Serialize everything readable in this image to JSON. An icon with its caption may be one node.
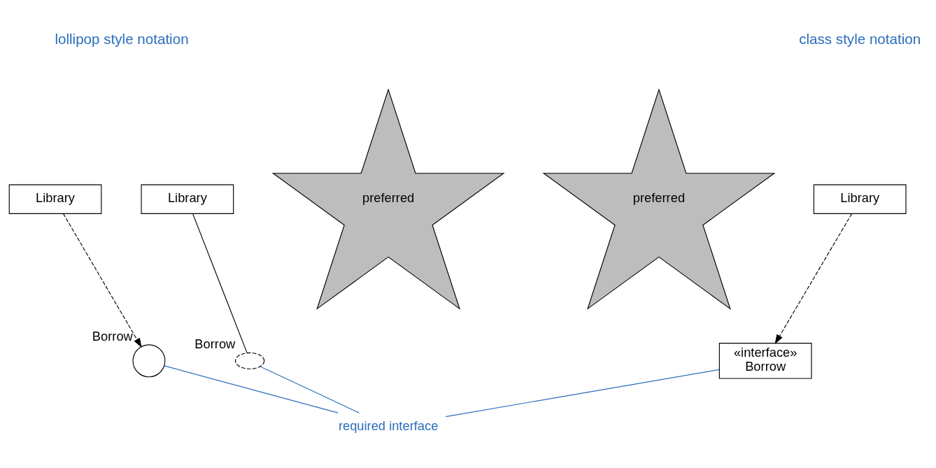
{
  "diagram": {
    "nodes": [
      {
        "text": [
          "Library"
        ]
      },
      {
        "text": [
          "«interface»",
          "Borrow"
        ]
      },
      {
        "text": [
          "Library"
        ]
      },
      {
        "text": [],
        "shape": "circle",
        "beside": [
          "Borrow"
        ]
      },
      {
        "text": [
          "Library"
        ]
      },
      {
        "text": [],
        "shape": "socket",
        "beside": [
          "Borrow"
        ]
      },
      {
        "text": [
          "preferred"
        ]
      },
      {
        "text": [
          "preferred"
        ]
      },
      {
        "text": [
          "required interface"
        ]
      }
    ],
    "edges": [
      {
        "from": 0,
        "to": 1,
        "arrow": "to",
        "style": "dashed"
      },
      {
        "from": 2,
        "to": 3,
        "arrow": "to",
        "style": "dashed"
      },
      {
        "from": 4,
        "to": 5,
        "arrow": "none"
      },
      {
        "from": 8,
        "to": 1,
        "arrow": "none",
        "color": "#2a6ebb"
      },
      {
        "from": 8,
        "to": 3,
        "arrow": "none",
        "color": "#2a6ebb"
      },
      {
        "from": 8,
        "to": 5,
        "arrow": "none",
        "color": "#2a6ebb"
      }
    ],
    "labels": [
      "class style notation",
      "lollipop style notation"
    ]
  }
}
